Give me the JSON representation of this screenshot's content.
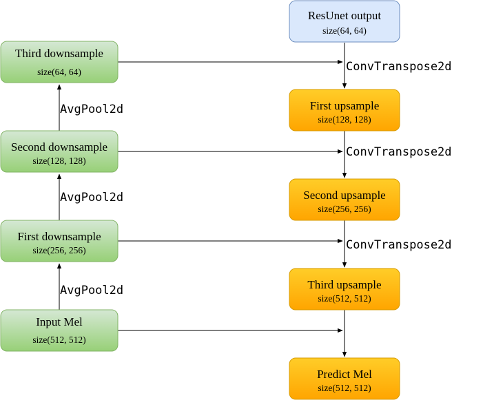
{
  "colors": {
    "green_top": "#d5e8d4",
    "green_bottom": "#97d077",
    "green_stroke": "#82b366",
    "orange_top": "#ffcd28",
    "orange_bottom": "#ffa500",
    "orange_stroke": "#d79b00",
    "blue_fill": "#dae8fc",
    "blue_stroke": "#6c8ebf"
  },
  "boxes": {
    "resunet_output": {
      "title": "ResUnet output",
      "size": "size(64, 64)"
    },
    "third_downsample": {
      "title": "Third downsample",
      "size": "size(64, 64)"
    },
    "second_downsample": {
      "title": "Second downsample",
      "size": "size(128, 128)"
    },
    "first_downsample": {
      "title": "First downsample",
      "size": "size(256, 256)"
    },
    "input_mel": {
      "title": "Input Mel",
      "size": "size(512, 512)"
    },
    "first_upsample": {
      "title": "First upsample",
      "size": "size(128, 128)"
    },
    "second_upsample": {
      "title": "Second upsample",
      "size": "size(256, 256)"
    },
    "third_upsample": {
      "title": "Third upsample",
      "size": "size(512, 512)"
    },
    "predict_mel": {
      "title": "Predict Mel",
      "size": "size(512, 512)"
    }
  },
  "operations": {
    "avgpool_1": "AvgPool2d",
    "avgpool_2": "AvgPool2d",
    "avgpool_3": "AvgPool2d",
    "convtranspose_1": "ConvTranspose2d",
    "convtranspose_2": "ConvTranspose2d",
    "convtranspose_3": "ConvTranspose2d"
  }
}
